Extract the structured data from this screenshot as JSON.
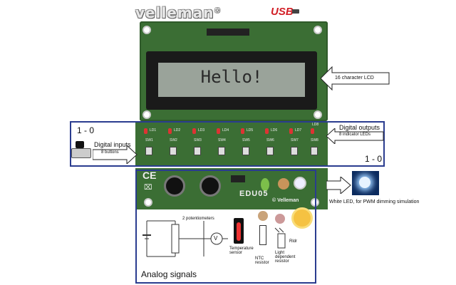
{
  "header": {
    "brand": "velleman",
    "registered": "®",
    "usb_label": "USB"
  },
  "lcd": {
    "text": "Hello!",
    "annotation": "16 character LCD"
  },
  "digital": {
    "left_code": "1 - 0",
    "right_code": "1 - 0",
    "inputs_title": "Digital inputs",
    "inputs_sub": "8 buttons",
    "outputs_title": "Digital outputs",
    "outputs_sub": "8 indicator LEDs",
    "led_labels": [
      "LD1",
      "LD2",
      "LD3",
      "LD4",
      "LD5",
      "LD6",
      "LD7",
      "LD8"
    ],
    "switch_labels": [
      "SW1",
      "SW2",
      "SW3",
      "SW4",
      "SW5",
      "SW6",
      "SW7",
      "SW8"
    ]
  },
  "board": {
    "model": "EDU05",
    "maker": "© Velleman"
  },
  "white_led": {
    "annotation": "White LED, for PWM dimming simulation"
  },
  "analog": {
    "title": "Analog signals",
    "pots": "2 potentiometers",
    "temp": "Temperature sensor",
    "ntc": "NTC resistor",
    "ldr": "Light dependent resistor",
    "voltmeter": "V",
    "ldr_symbol": "Rldr"
  },
  "colors": {
    "board_green": "#3b6e34",
    "box_blue": "#2a3c8f",
    "led_red": "#d33333"
  }
}
